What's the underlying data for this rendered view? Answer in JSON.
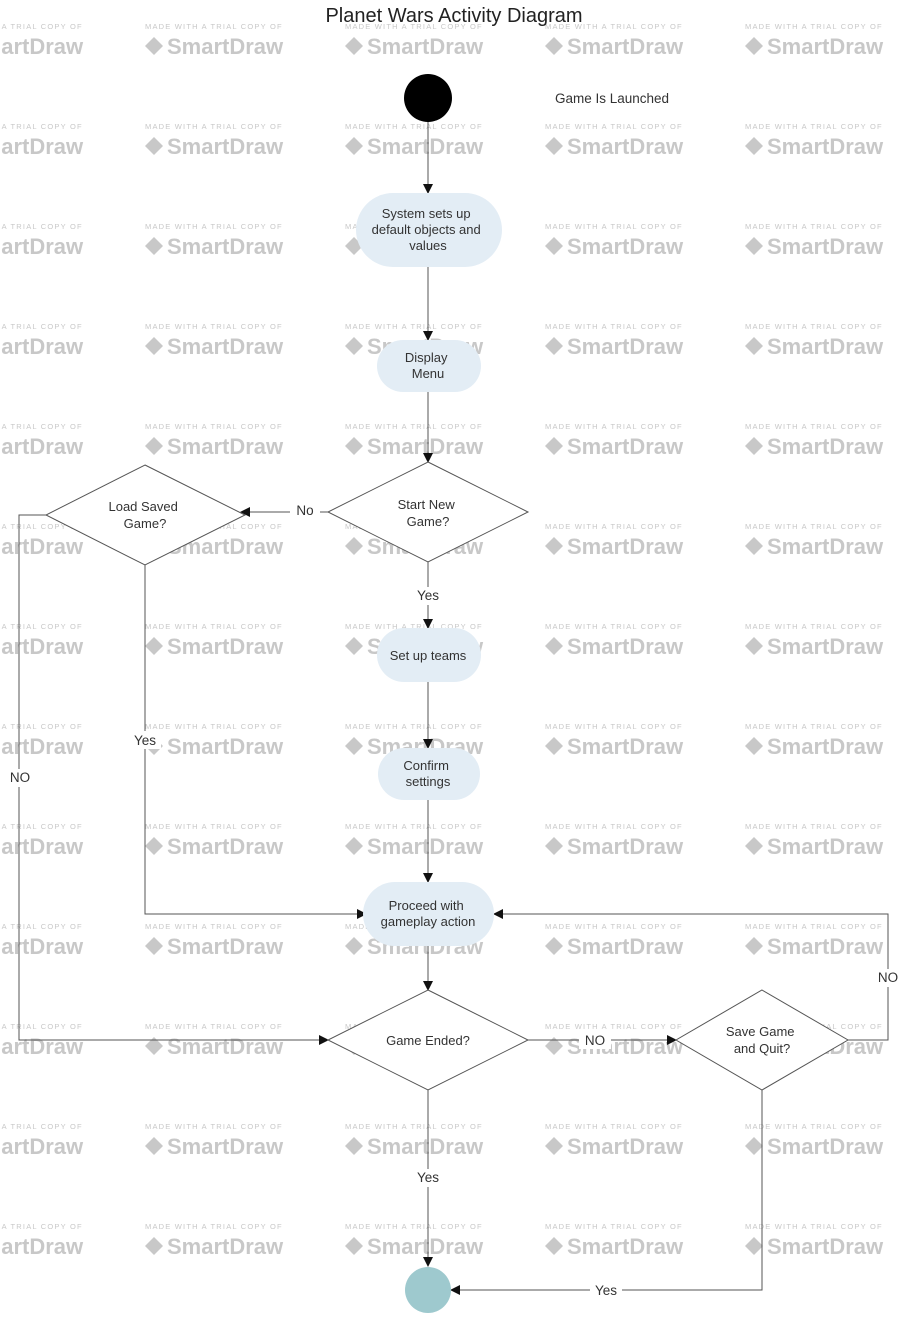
{
  "title": "Planet Wars Activity Diagram",
  "start_label": "Game Is Launched",
  "watermark": {
    "line1": "MADE WITH A TRIAL COPY OF",
    "line2": "SmartDraw"
  },
  "nodes": {
    "setup": [
      "System sets up",
      "default objects and",
      "values"
    ],
    "menu": [
      "Display",
      "Menu"
    ],
    "start_new": [
      "Start New",
      "Game?"
    ],
    "load_saved": [
      "Load Saved",
      "Game?"
    ],
    "teams": [
      "Set up teams"
    ],
    "confirm": [
      "Confirm",
      "settings"
    ],
    "proceed": [
      "Proceed with",
      "gameplay action"
    ],
    "game_ended": [
      "Game Ended?"
    ],
    "save_quit": [
      "Save Game",
      "and Quit?"
    ]
  },
  "edges": {
    "no_start_new": "No",
    "yes_start_new": "Yes",
    "yes_load": "Yes",
    "no_load": "NO",
    "no_game_ended": "NO",
    "yes_game_ended": "Yes",
    "no_save": "NO",
    "yes_save": "Yes"
  },
  "colors": {
    "activity_fill": "#e3edf5",
    "start_fill": "#000000",
    "end_fill": "#9ec9ce",
    "watermark": "#c8c8c8"
  }
}
